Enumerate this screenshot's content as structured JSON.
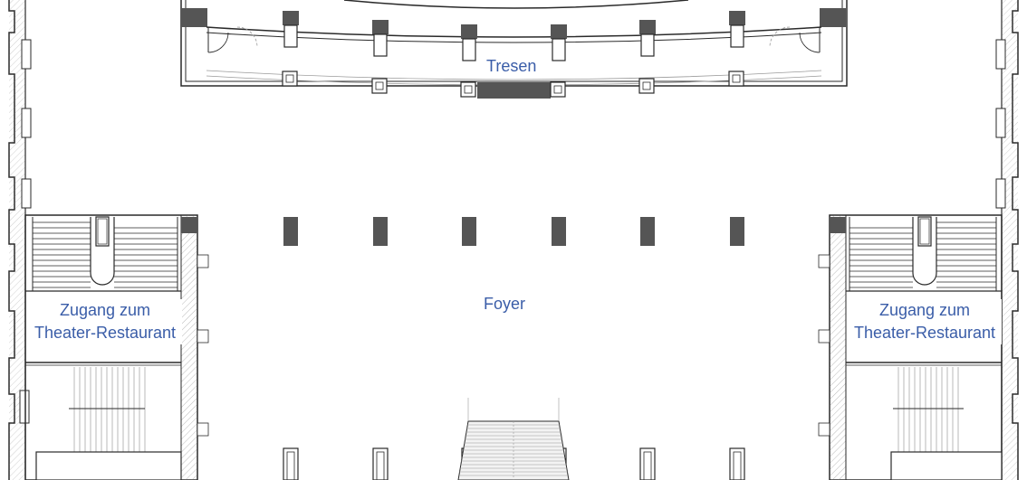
{
  "plan": {
    "rooms": {
      "tresen": "Tresen",
      "foyer": "Foyer",
      "access_left": {
        "line1": "Zugang zum",
        "line2": "Theater-Restaurant"
      },
      "access_right": {
        "line1": "Zugang zum",
        "line2": "Theater-Restaurant"
      }
    }
  },
  "colors": {
    "label": "#3a5da8",
    "wall": "#2a2a2a",
    "column_fill": "#555555",
    "hatch": "#777777",
    "thin_line": "#9a9a9a"
  }
}
